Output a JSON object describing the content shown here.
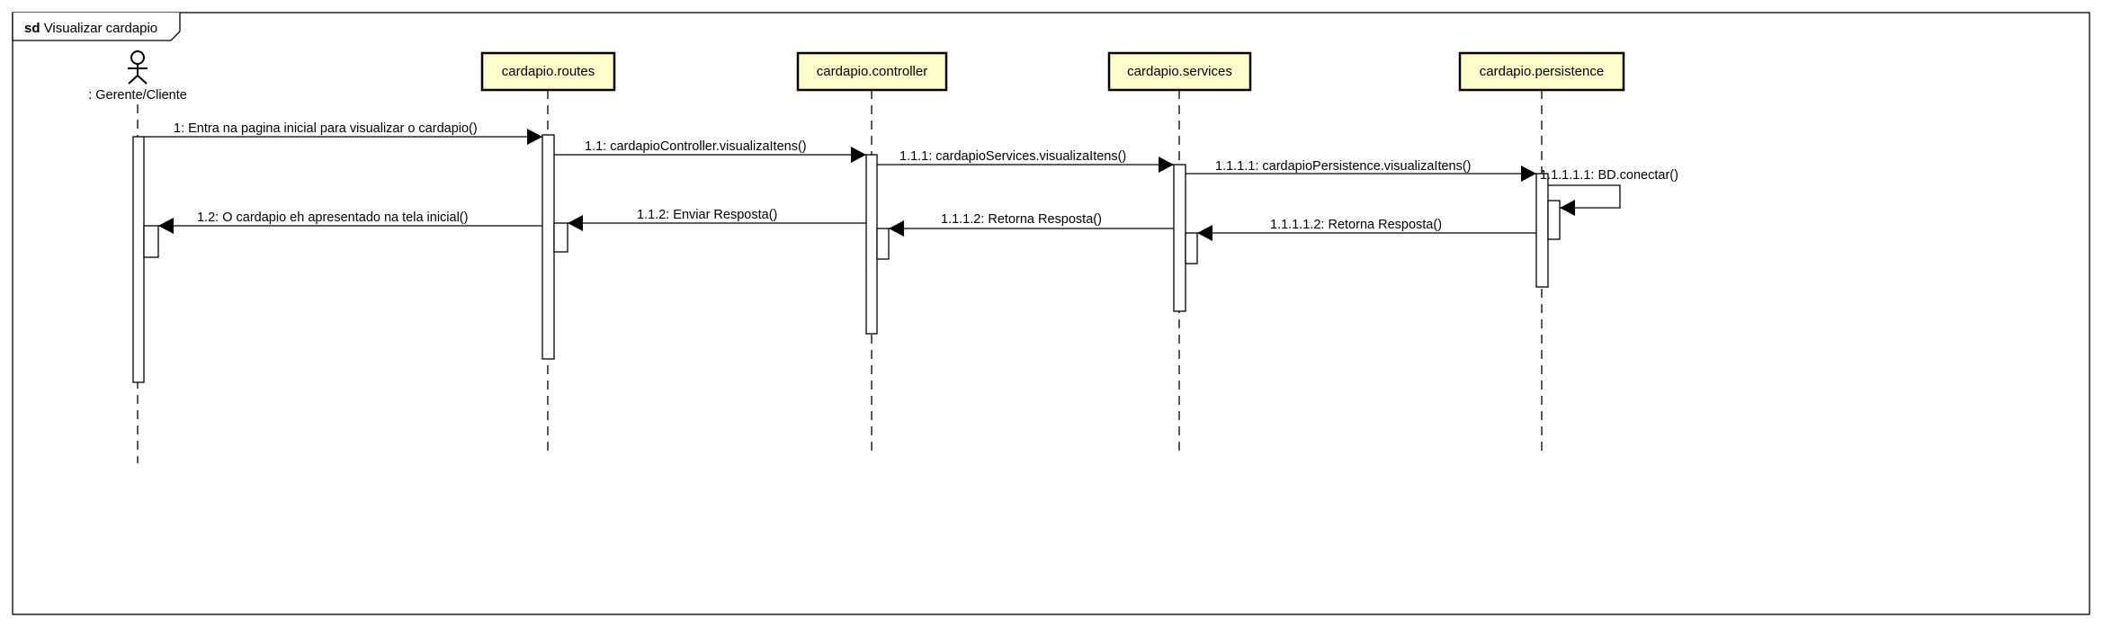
{
  "frame": {
    "keyword": "sd",
    "title": "Visualizar cardapio"
  },
  "colors": {
    "lifeline_fill": "#FFFFCC",
    "stroke": "#000000",
    "background": "#FFFFFF"
  },
  "actor": {
    "label": ": Gerente/Cliente"
  },
  "lifelines": [
    {
      "label": "cardapio.routes"
    },
    {
      "label": "cardapio.controller"
    },
    {
      "label": "cardapio.services"
    },
    {
      "label": "cardapio.persistence"
    }
  ],
  "messages": [
    {
      "label": "1: Entra na pagina inicial para visualizar o cardapio()"
    },
    {
      "label": "1.1: cardapioController.visualizaItens()"
    },
    {
      "label": "1.1.1: cardapioServices.visualizaItens()"
    },
    {
      "label": "1.1.1.1: cardapioPersistence.visualizaItens()"
    },
    {
      "label": "1.1.1.1.1: BD.conectar()"
    },
    {
      "label": "1.1.1.1.2: Retorna Resposta()"
    },
    {
      "label": "1.1.1.2: Retorna Resposta()"
    },
    {
      "label": "1.1.2: Enviar Resposta()"
    },
    {
      "label": "1.2: O cardapio eh apresentado na tela inicial()"
    }
  ]
}
